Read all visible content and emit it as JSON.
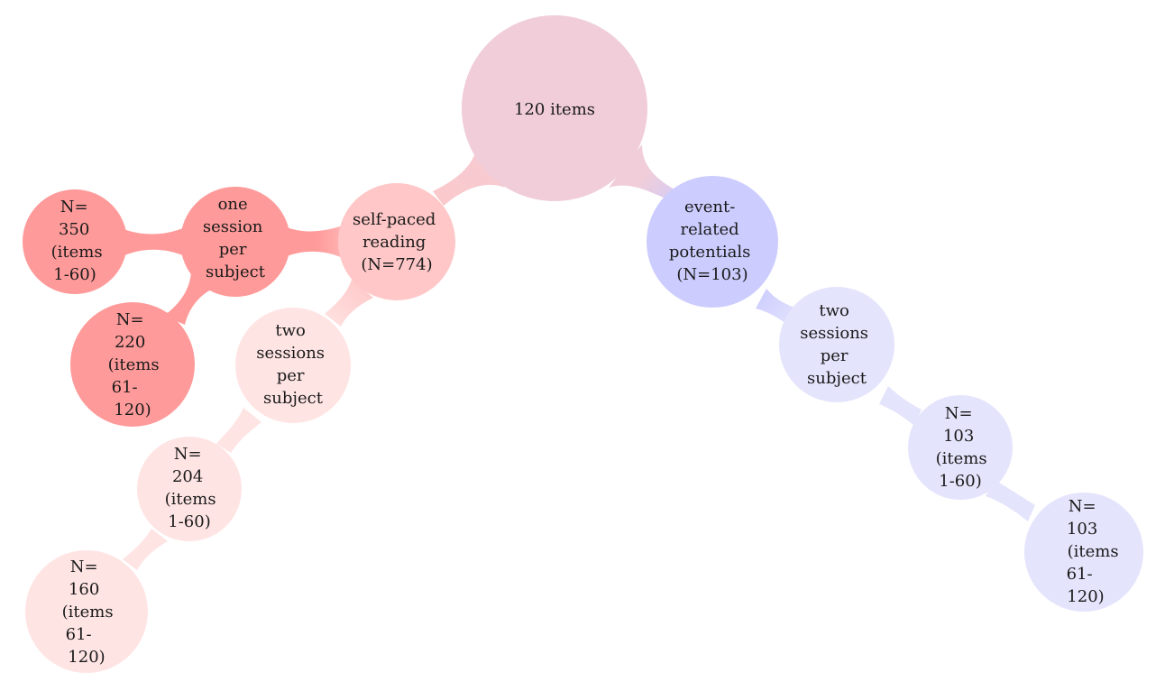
{
  "colors": {
    "root": "#f0cdd9",
    "spr": "#ffc7c7",
    "spr_one": "#ff9a9a",
    "spr_two": "#ffe4e4",
    "erp": "#ccccff",
    "erp_two": "#e4e4fc"
  },
  "root": {
    "lines": [
      "120 items"
    ]
  },
  "spr": {
    "node": {
      "lines": [
        "self-paced",
        "reading",
        "(N=774)"
      ]
    },
    "one_session": {
      "node": {
        "lines": [
          "one",
          "session",
          "per",
          "subject"
        ]
      },
      "group_a": {
        "lines": [
          "N=",
          "350",
          "(items",
          "1-60)"
        ]
      },
      "group_b": {
        "lines": [
          "N=",
          "220",
          "(items",
          "61-",
          "120)"
        ]
      }
    },
    "two_sessions": {
      "node": {
        "lines": [
          "two",
          "sessions",
          "per",
          "subject"
        ]
      },
      "group_a": {
        "lines": [
          "N=",
          "204",
          "(items",
          "1-60)"
        ]
      },
      "group_b": {
        "lines": [
          "N=",
          "160",
          "(items",
          "61-",
          "120)"
        ]
      }
    }
  },
  "erp": {
    "node": {
      "lines": [
        "event-",
        "related",
        "potentials",
        "(N=103)"
      ]
    },
    "two_sessions": {
      "node": {
        "lines": [
          "two",
          "sessions",
          "per",
          "subject"
        ]
      },
      "group_a": {
        "lines": [
          "N=",
          "103",
          "(items",
          "1-60)"
        ]
      },
      "group_b": {
        "lines": [
          "N=",
          "103",
          "(items",
          "61-",
          "120)"
        ]
      }
    }
  }
}
